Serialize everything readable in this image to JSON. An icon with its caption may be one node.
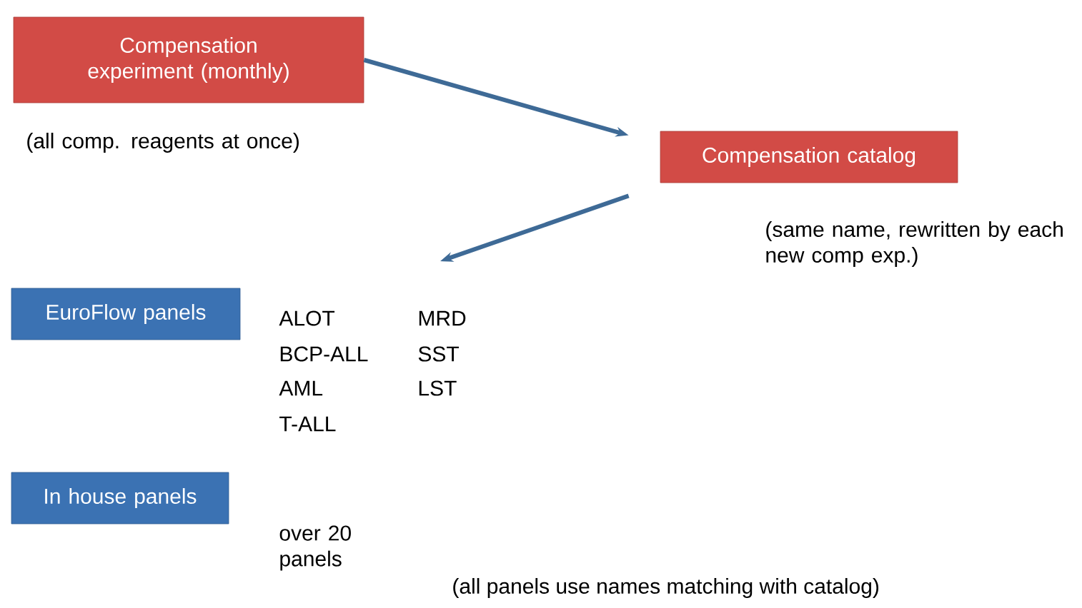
{
  "diagram": {
    "nodes": [
      {
        "text": [
          "Compensation experiment (monthly)"
        ],
        "beside": [
          "(all comp. reagents at once)"
        ]
      },
      {
        "text": [
          "Compensation catalog"
        ],
        "beside": [
          "(same name, rewritten by each new comp exp.)"
        ]
      },
      {
        "text": [
          "EuroFlow panels"
        ]
      },
      {
        "text": [
          "In house panels"
        ]
      }
    ],
    "edges": [
      {
        "from": 0,
        "to": 1,
        "arrow": "to"
      },
      {
        "from": 1,
        "to": null,
        "arrow": "to"
      }
    ],
    "labels": [
      "ALOT",
      "BCP-ALL",
      "AML",
      "T-ALL",
      "MRD",
      "SST",
      "LST",
      "over 20 panels",
      "(all panels use names matching with catalog)"
    ]
  }
}
